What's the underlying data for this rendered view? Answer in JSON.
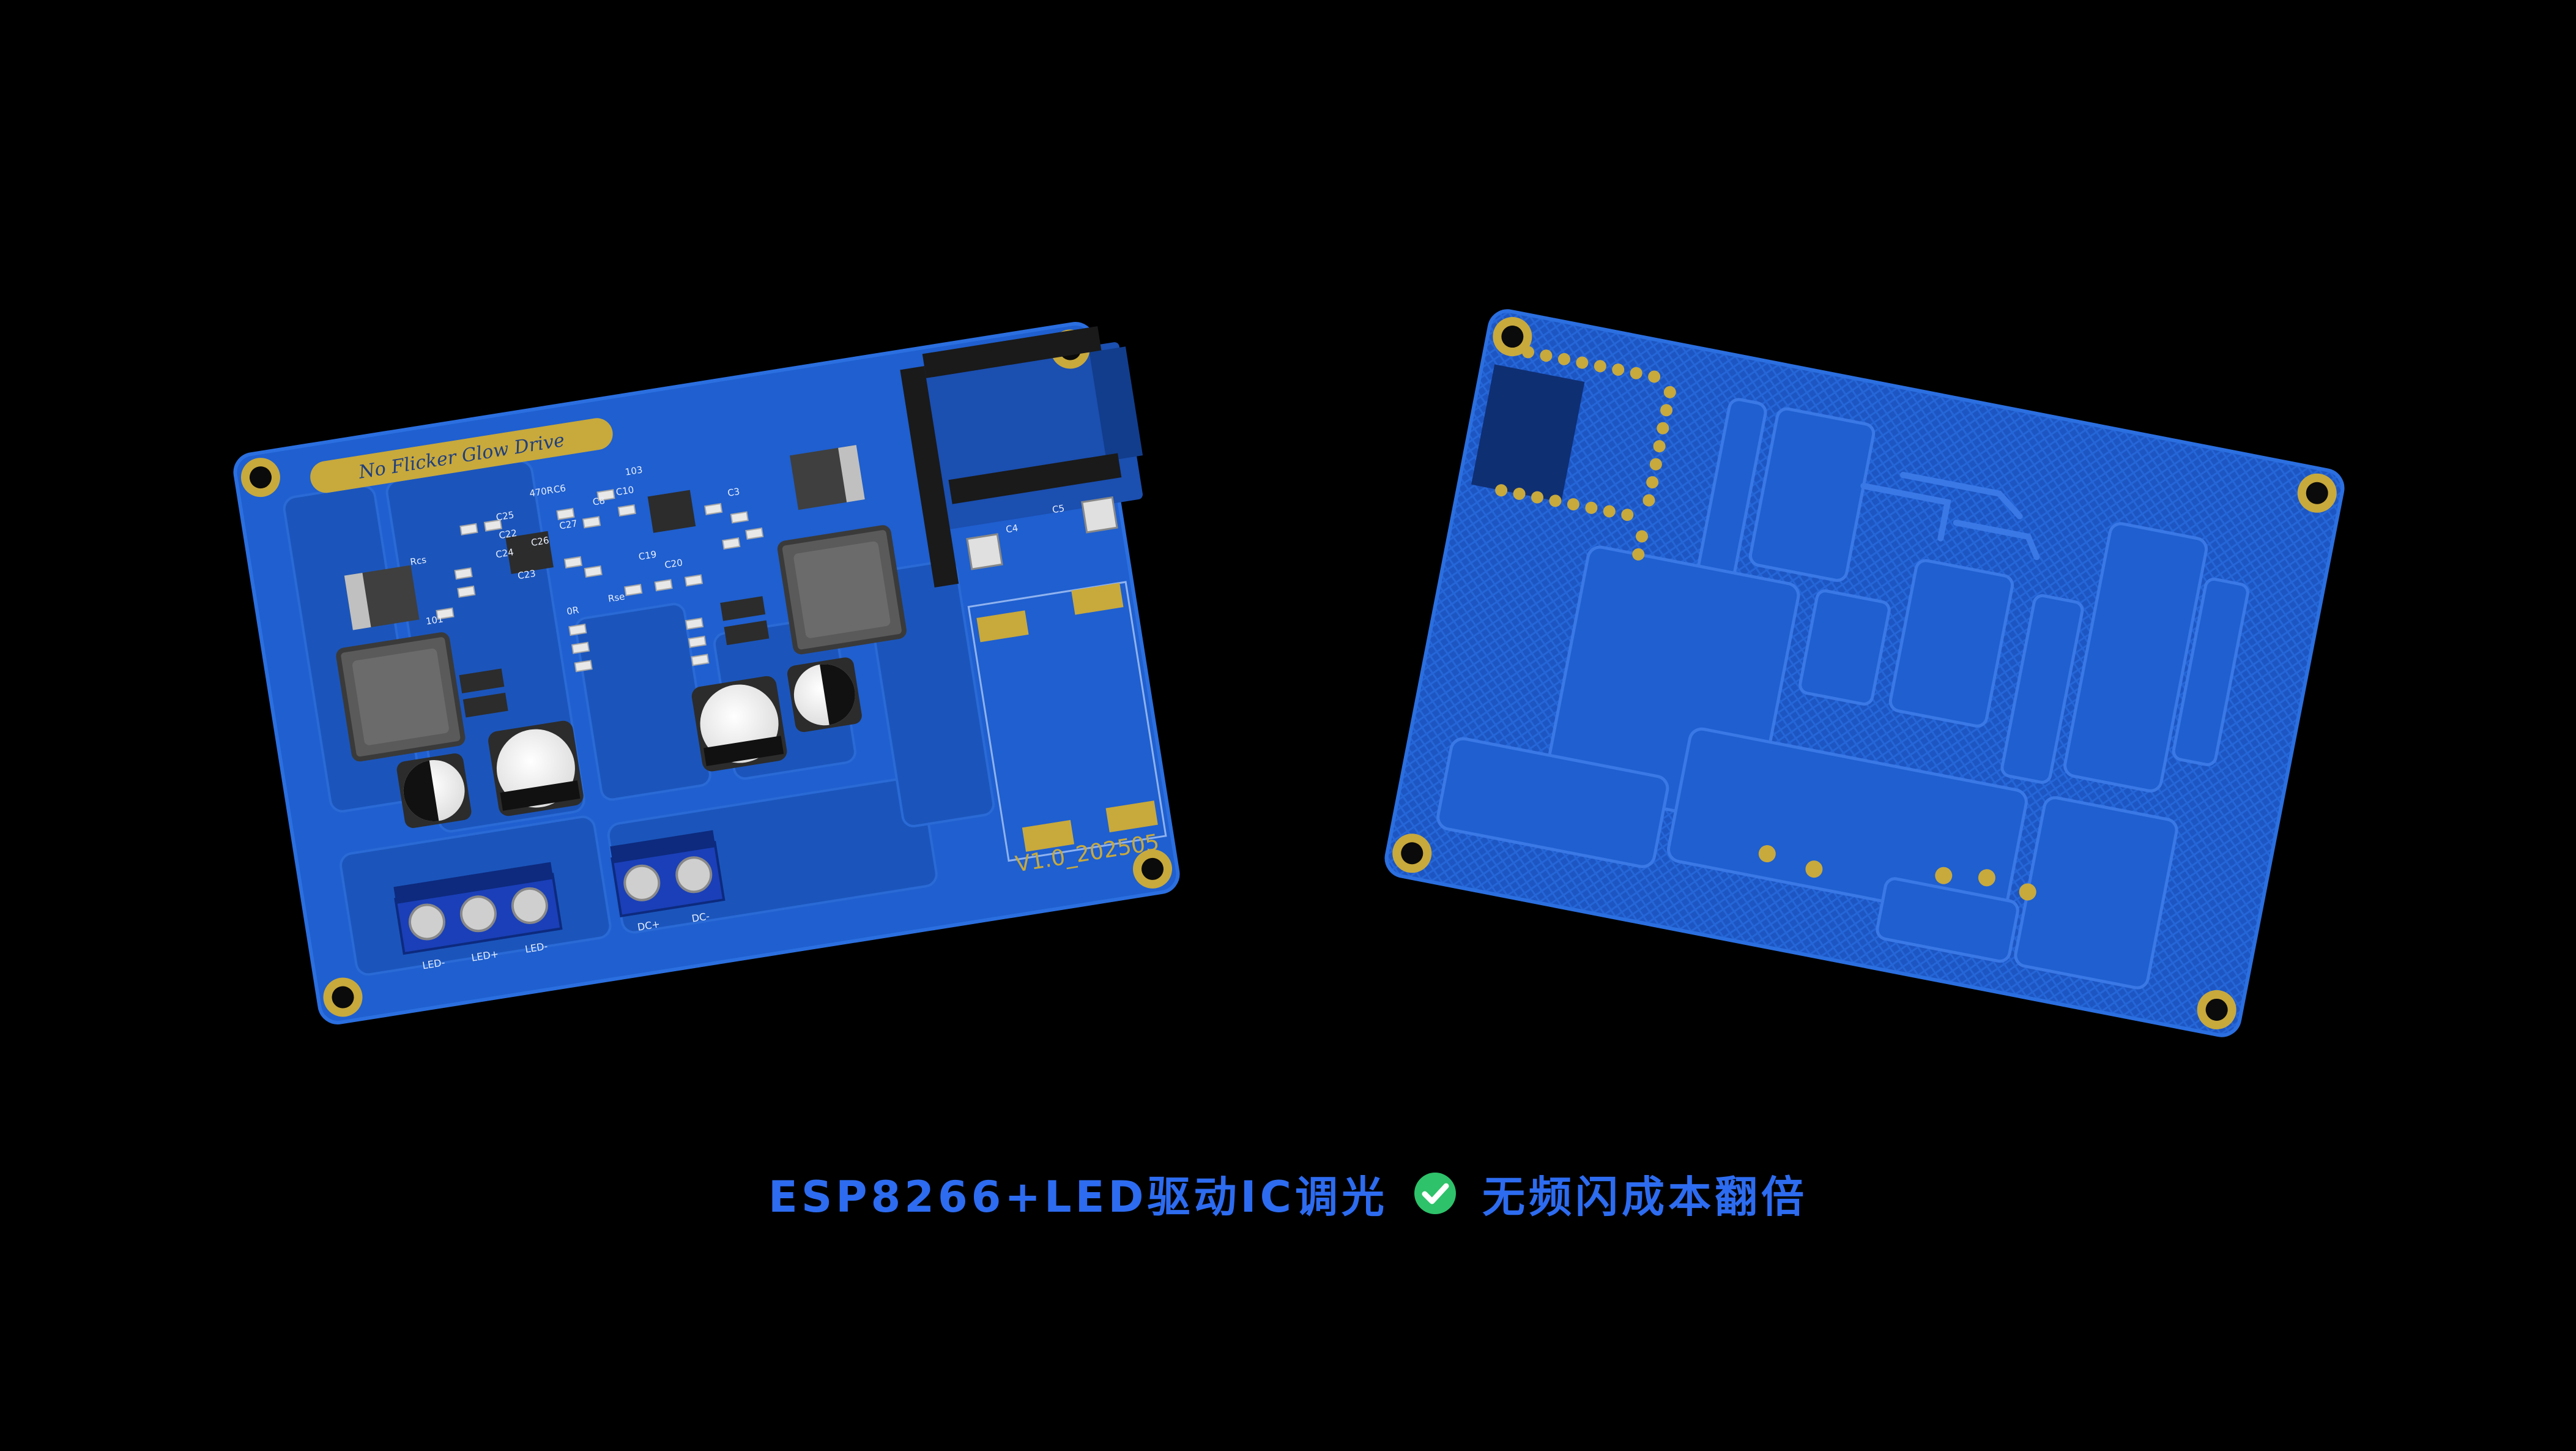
{
  "front_board": {
    "silk_brand": "No Flicker Glow Drive",
    "version": "V1.0_202505",
    "terminal_led_labels": [
      "LED-",
      "LED+",
      "LED-"
    ],
    "terminal_dc_labels": [
      "DC+",
      "DC-"
    ],
    "component_labels": [
      "C25",
      "C22",
      "C24",
      "C26",
      "C23",
      "C27",
      "C8",
      "C10",
      "C19",
      "C20",
      "C4",
      "C5",
      "470R",
      "103",
      "101",
      "Rcs",
      "Rse",
      "0R",
      "C6",
      "C3"
    ]
  },
  "caption": {
    "text_left": "ESP8266+LED驱动IC调光",
    "icon": "check-circle-icon",
    "text_right": "无频闪成本翻倍"
  },
  "colors": {
    "background": "#000000",
    "pcb_blue": "#1f5fcf",
    "pcb_dark": "#173f8f",
    "gold": "#c8a93c",
    "caption": "#2d6cf0",
    "check_green": "#2ec26a"
  }
}
